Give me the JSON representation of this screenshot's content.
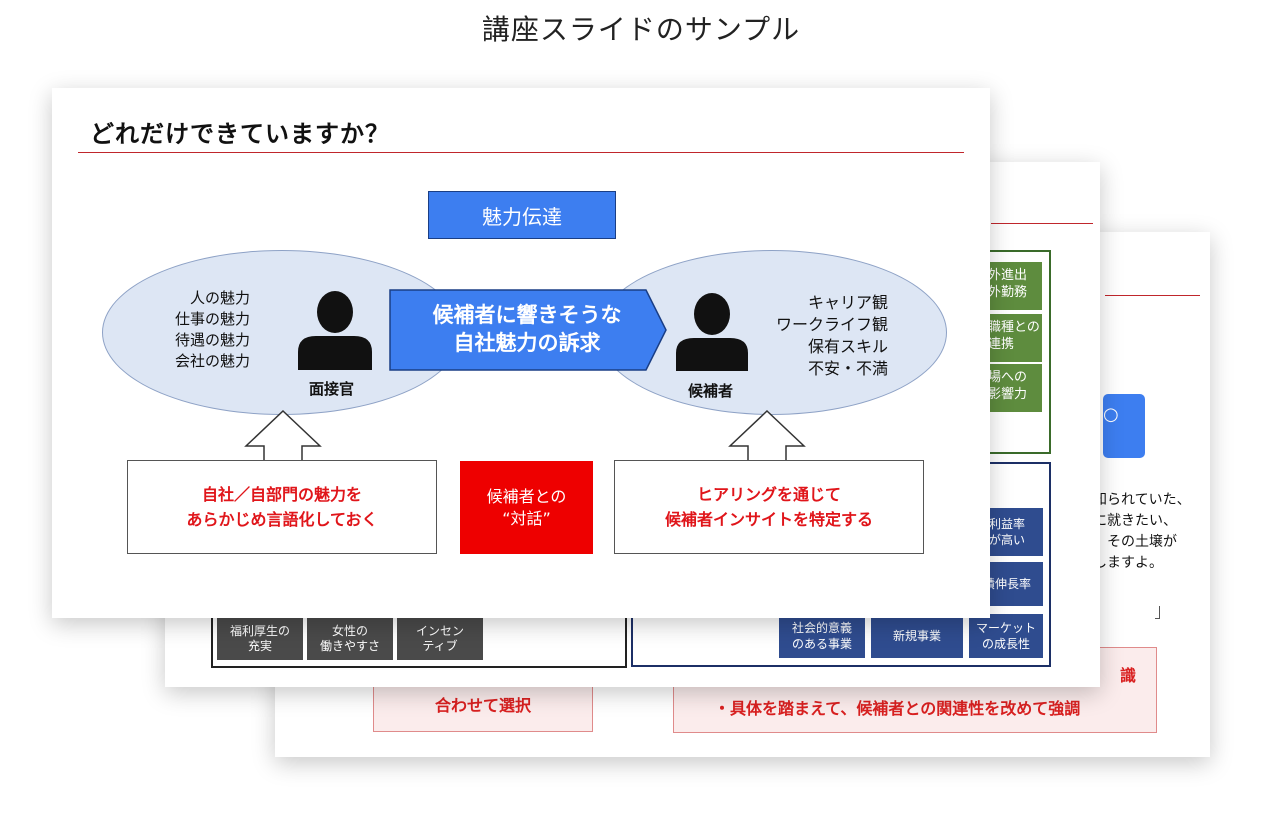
{
  "page_title": "講座スライドのサンプル",
  "slide3": {
    "button_glyph": "○",
    "text_lines": "知られていた、\nに就きたい、\n。その土壌が\nしますよ。",
    "left_box": "合わせて選択",
    "right_box_line1": "識",
    "right_box_line2": "・具体を踏まえて、候補者との関連性を改めて強調"
  },
  "slide2": {
    "green_boxes": [
      "外進出\n外勤務",
      "職種との\n連携",
      "場への\n影響力"
    ],
    "navy_boxes": [
      "利益率\nが高い",
      "績伸長率",
      "社会的意義\nのある事業",
      "新規事業",
      "マーケット\nの成長性"
    ],
    "dark_boxes": [
      "福利厚生の\n充実",
      "女性の\n働きやすさ",
      "インセン\nティブ"
    ]
  },
  "slide1": {
    "heading": "どれだけできていますか？",
    "appeal": "魅力伝達",
    "left_list": "人の魅力\n仕事の魅力\n待遇の魅力\n会社の魅力",
    "right_list": "キャリア観\nワークライフ観\n保有スキル\n不安・不満",
    "interviewer_label": "面接官",
    "candidate_label": "候補者",
    "center_arrow_text": "候補者に響きそうな\n自社魅力の訴求",
    "left_box": "自社／自部門の魅力を\nあらかじめ言語化しておく",
    "center_box": "候補者との\n“対話”",
    "right_box": "ヒアリングを通じて\n候補者インサイトを特定する"
  },
  "colors": {
    "accent_blue": "#3d7ef0",
    "red_line": "#c0262c",
    "red": "#ee0000",
    "ellipse_fill": "#dde6f4",
    "green": "#5e8c3e",
    "navy": "#2f4c8f",
    "dark_gray": "#4a4a4a"
  },
  "icons": [
    "person-icon",
    "up-arrow-icon",
    "right-arrow-icon"
  ]
}
